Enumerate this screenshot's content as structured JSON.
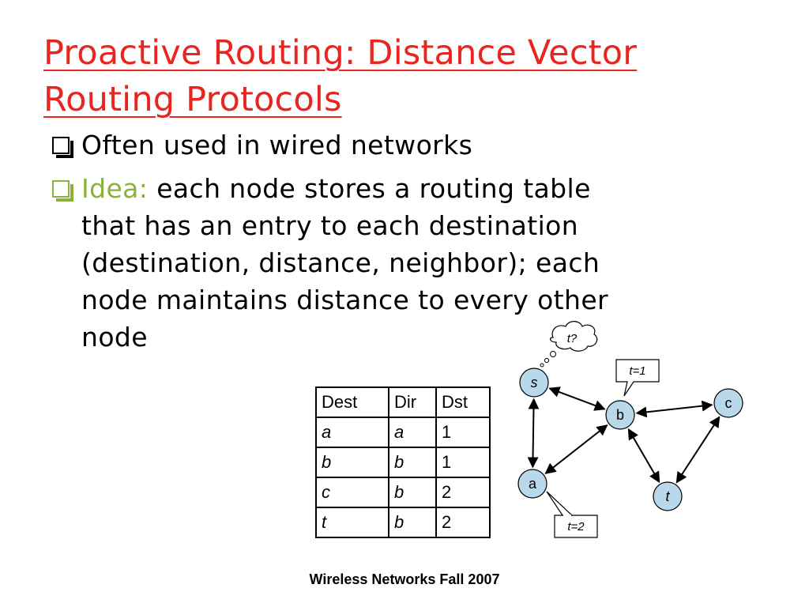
{
  "title": {
    "line1": "Proactive Routing: Distance Vector",
    "line2": "Routing Protocols"
  },
  "bullets": [
    {
      "lines": [
        "Often used in wired networks"
      ]
    },
    {
      "lead": "Idea:",
      "lines": [
        " each node stores a routing table",
        "that has an entry to each destination",
        "(destination, distance, neighbor); each",
        "node maintains distance to every other",
        "node"
      ]
    }
  ],
  "colors": {
    "title": "#e8261f",
    "idea": "#8ab23a",
    "node_fill": "#b9d9ea"
  },
  "routing_table": {
    "headers": [
      "Dest",
      "Dir",
      "Dst"
    ],
    "rows": [
      [
        "a",
        "a",
        "1"
      ],
      [
        "b",
        "b",
        "1"
      ],
      [
        "c",
        "b",
        "2"
      ],
      [
        "t",
        "b",
        "2"
      ]
    ]
  },
  "graph": {
    "nodes": {
      "s": {
        "label": "s",
        "italic": true
      },
      "b": {
        "label": "b",
        "italic": false
      },
      "c": {
        "label": "c",
        "italic": false
      },
      "a": {
        "label": "a",
        "italic": false
      },
      "t": {
        "label": "t",
        "italic": true
      }
    },
    "edges": [
      [
        "s",
        "b"
      ],
      [
        "s",
        "a"
      ],
      [
        "a",
        "b"
      ],
      [
        "b",
        "c"
      ],
      [
        "b",
        "t"
      ],
      [
        "t",
        "c"
      ]
    ],
    "callouts": {
      "thought": "t?",
      "b_time": "t=1",
      "a_time": "t=2"
    }
  },
  "footer": "Wireless Networks Fall 2007"
}
